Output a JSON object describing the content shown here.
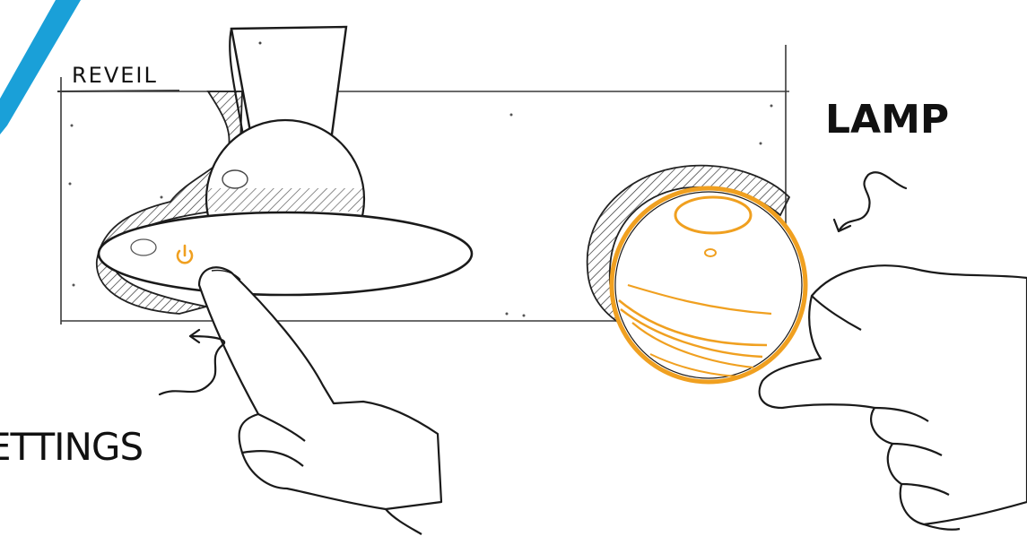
{
  "labels": {
    "reveil": "REVEIL",
    "lamp": "LAMP",
    "settings": "ETTINGS"
  },
  "colors": {
    "ink": "#1a1a1a",
    "accent_orange": "#f0a020",
    "accent_blue": "#1aa0d8",
    "hatch": "#333333"
  },
  "icons": {
    "power_button": "power-icon"
  }
}
